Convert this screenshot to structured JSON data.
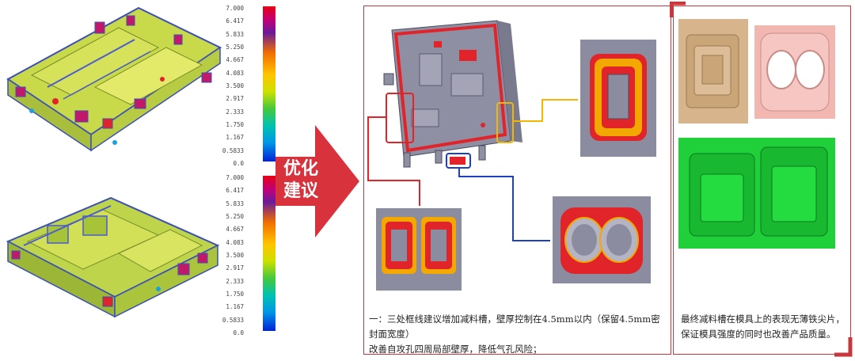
{
  "scale_top": {
    "labels": [
      "7.000",
      "6.417",
      "5.833",
      "5.250",
      "4.667",
      "4.083",
      "3.500",
      "2.917",
      "2.333",
      "1.750",
      "1.167",
      "0.5833",
      "0.0"
    ]
  },
  "scale_bottom": {
    "labels": [
      "7.000",
      "6.417",
      "5.833",
      "5.250",
      "4.667",
      "4.083",
      "3.500",
      "2.917",
      "2.333",
      "1.750",
      "1.167",
      "0.5833",
      "0.0"
    ]
  },
  "arrow": {
    "line1": "优化",
    "line2": "建议"
  },
  "middle_panel": {
    "caption_line1": "一：三处框线建议增加减料槽，壁厚控制在4.5mm以内（保留4.5mm密封面宽度）",
    "caption_line2": "改善自攻孔四周局部壁厚，降低气孔风险；"
  },
  "right_panel": {
    "caption_line1": "最终减料槽在模具上的表现无薄铁尖片，",
    "caption_line2": "保证模具强度的同时也改善产品质量。"
  },
  "colors": {
    "frame": "#c8373b",
    "callout_red": "#e0242a",
    "callout_yellow": "#f2b705",
    "callout_blue": "#1d3fc4",
    "arrow": "#d8323c"
  }
}
